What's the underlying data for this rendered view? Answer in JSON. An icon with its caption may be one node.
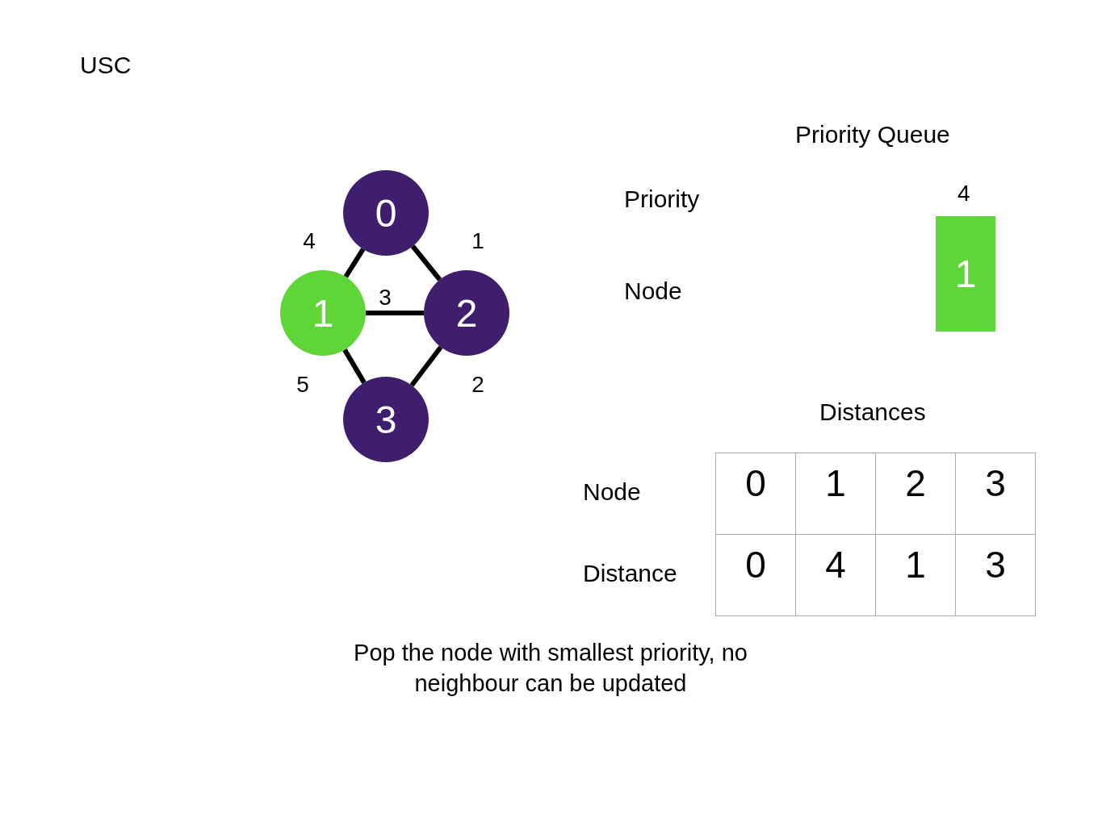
{
  "diagram": {
    "title": "USC",
    "caption": "Pop the node with smallest priority, no neighbour can be updated",
    "nodes": [
      {
        "text": [
          "0"
        ]
      },
      {
        "text": [
          "1"
        ]
      },
      {
        "text": [
          "2"
        ]
      },
      {
        "text": [
          "3"
        ]
      },
      {
        "text": [
          "1"
        ],
        "beside": [
          "4"
        ]
      }
    ],
    "edges": [
      {
        "from": 0,
        "to": 1,
        "arrow": "none",
        "label": "4"
      },
      {
        "from": 0,
        "to": 2,
        "arrow": "none",
        "label": "1"
      },
      {
        "from": 1,
        "to": 2,
        "arrow": "none",
        "label": "3"
      },
      {
        "from": 1,
        "to": 3,
        "arrow": "none",
        "label": "5"
      },
      {
        "from": 2,
        "to": 3,
        "arrow": "none",
        "label": "2"
      }
    ],
    "labels": [
      "Priority Queue",
      "Priority",
      "Node",
      "Distances",
      "Node",
      "0",
      "1",
      "2",
      "3",
      "Distance",
      "0",
      "4",
      "1",
      "3"
    ]
  }
}
